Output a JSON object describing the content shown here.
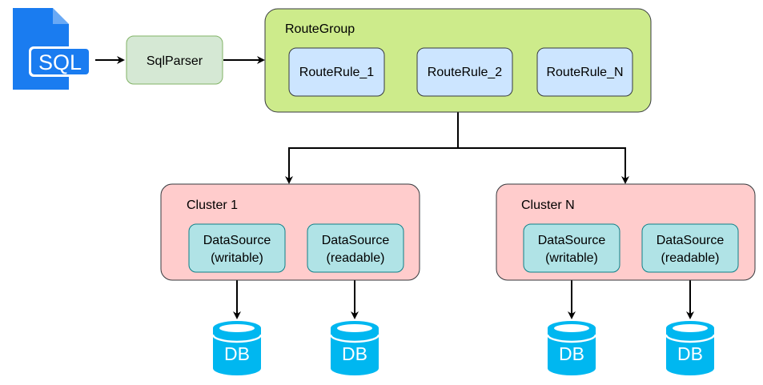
{
  "colors": {
    "sql_icon": "#1a7cf0",
    "parser_fill": "#d5e8d4",
    "parser_stroke": "#82b366",
    "group_fill": "#cdeb8b",
    "group_stroke": "#36393d",
    "rule_fill": "#cce5ff",
    "rule_stroke": "#36393d",
    "cluster_fill": "#ffcccc",
    "cluster_stroke": "#36393d",
    "datasource_fill": "#b0e3e6",
    "datasource_stroke": "#0e8088",
    "db_icon": "#00b7f0",
    "edge": "#000000"
  },
  "icons": {
    "sql": "sql-file-icon",
    "db": "database-icon"
  },
  "sql_icon": {
    "text": "SQL"
  },
  "sql_parser": {
    "label": "SqlParser"
  },
  "route_group": {
    "title": "RouteGroup",
    "rules": [
      "RouteRule_1",
      "RouteRule_2",
      "RouteRule_N"
    ]
  },
  "clusters": [
    {
      "title": "Cluster 1",
      "datasources": [
        {
          "line1": "DataSource",
          "line2": "(writable)"
        },
        {
          "line1": "DataSource",
          "line2": "(readable)"
        }
      ]
    },
    {
      "title": "Cluster N",
      "datasources": [
        {
          "line1": "DataSource",
          "line2": "(writable)"
        },
        {
          "line1": "DataSource",
          "line2": "(readable)"
        }
      ]
    }
  ],
  "db_label": "DB"
}
